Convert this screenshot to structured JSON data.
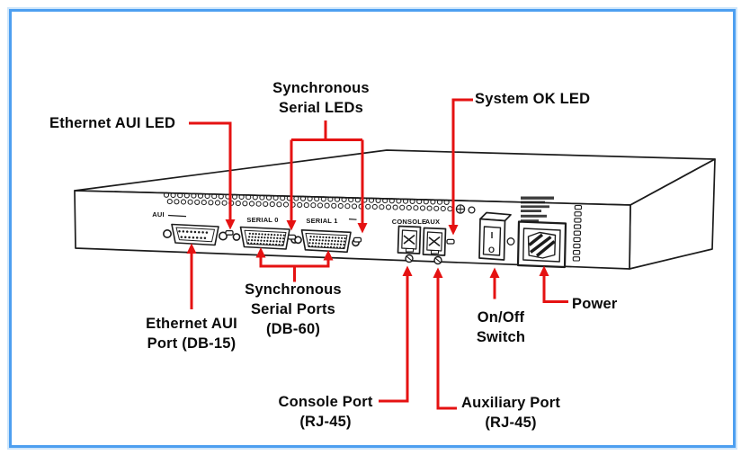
{
  "colors": {
    "annotation_red": "#e51212",
    "border_blue": "#4d9ff0",
    "ink": "#1c1c1c"
  },
  "callouts": {
    "ethernet_aui_led": "Ethernet AUI LED",
    "sync_serial_leds": "Synchronous\nSerial LEDs",
    "system_ok_led": "System OK LED",
    "ethernet_aui_port": "Ethernet AUI\nPort (DB-15)",
    "sync_serial_ports": "Synchronous\nSerial Ports\n(DB-60)",
    "console_port": "Console Port\n(RJ-45)",
    "auxiliary_port": "Auxiliary Port\n(RJ-45)",
    "onoff_switch": "On/Off\nSwitch",
    "power": "Power"
  },
  "panel_labels": {
    "aui": "AUI",
    "serial0": "SERIAL 0",
    "serial1": "SERIAL 1",
    "console": "CONSOLE",
    "aux": "AUX",
    "switch_on": "I",
    "switch_off": "O"
  }
}
